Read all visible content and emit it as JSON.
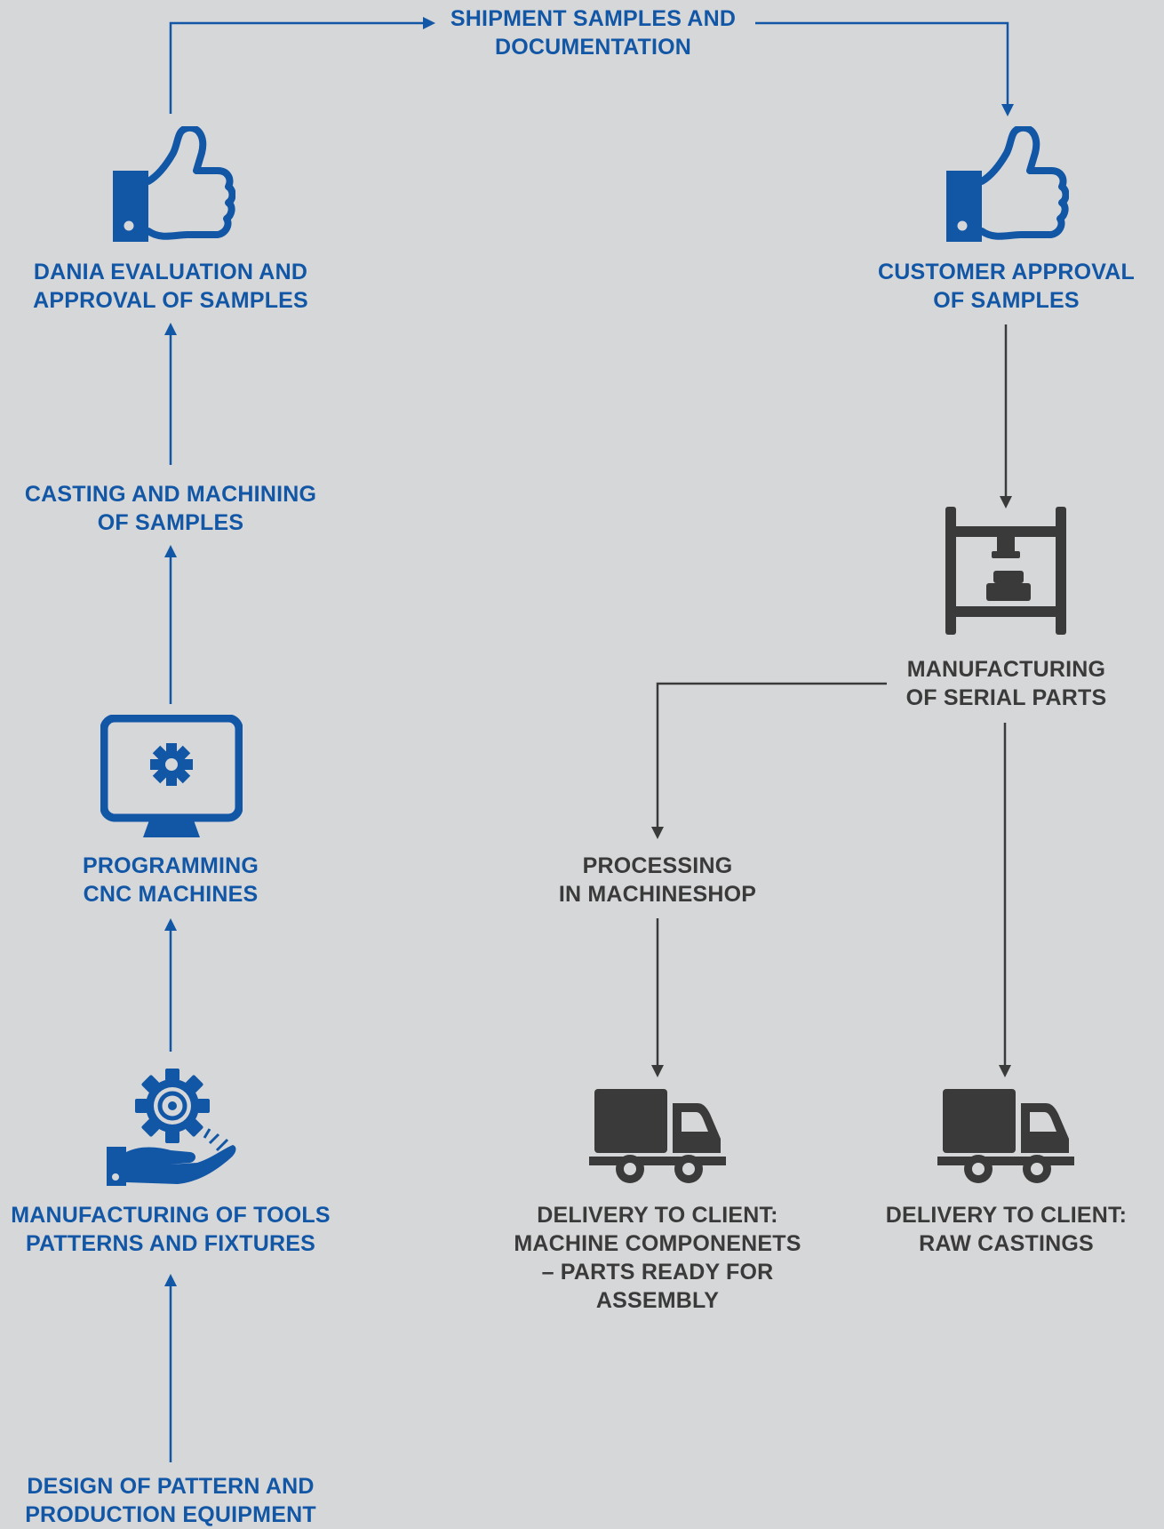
{
  "colors": {
    "background": "#d6d7d9",
    "blue": "#1256a6",
    "dark": "#3a3a3a"
  },
  "nodes": {
    "shipment": {
      "line1": "SHIPMENT SAMPLES AND",
      "line2": "DOCUMENTATION"
    },
    "dania_evaluation": {
      "line1": "DANIA EVALUATION AND",
      "line2": "APPROVAL OF SAMPLES",
      "icon": "thumbs-up-icon"
    },
    "customer_approval": {
      "line1": "CUSTOMER APPROVAL",
      "line2": "OF SAMPLES",
      "icon": "thumbs-up-icon"
    },
    "casting_machining": {
      "line1": "CASTING AND MACHINING",
      "line2": "OF SAMPLES"
    },
    "programming_cnc": {
      "line1": "PROGRAMMING",
      "line2": "CNC MACHINES",
      "icon": "monitor-gear-icon"
    },
    "manufacturing_tools": {
      "line1": "MANUFACTURING OF TOOLS",
      "line2": "PATTERNS AND FIXTURES",
      "icon": "hand-gear-icon"
    },
    "design_pattern": {
      "line1": "DESIGN OF PATTERN AND",
      "line2": "PRODUCTION EQUIPMENT"
    },
    "manufacturing_serial": {
      "line1": "MANUFACTURING",
      "line2": "OF SERIAL PARTS",
      "icon": "press-machine-icon"
    },
    "processing_machineshop": {
      "line1": "PROCESSING",
      "line2": "IN MACHINESHOP"
    },
    "delivery_components": {
      "line1": "DELIVERY TO CLIENT:",
      "line2": "MACHINE COMPONENETS",
      "line3": "– PARTS READY FOR",
      "line4": "ASSEMBLY",
      "icon": "truck-icon"
    },
    "delivery_raw": {
      "line1": "DELIVERY TO CLIENT:",
      "line2": "RAW CASTINGS",
      "icon": "truck-icon"
    }
  }
}
